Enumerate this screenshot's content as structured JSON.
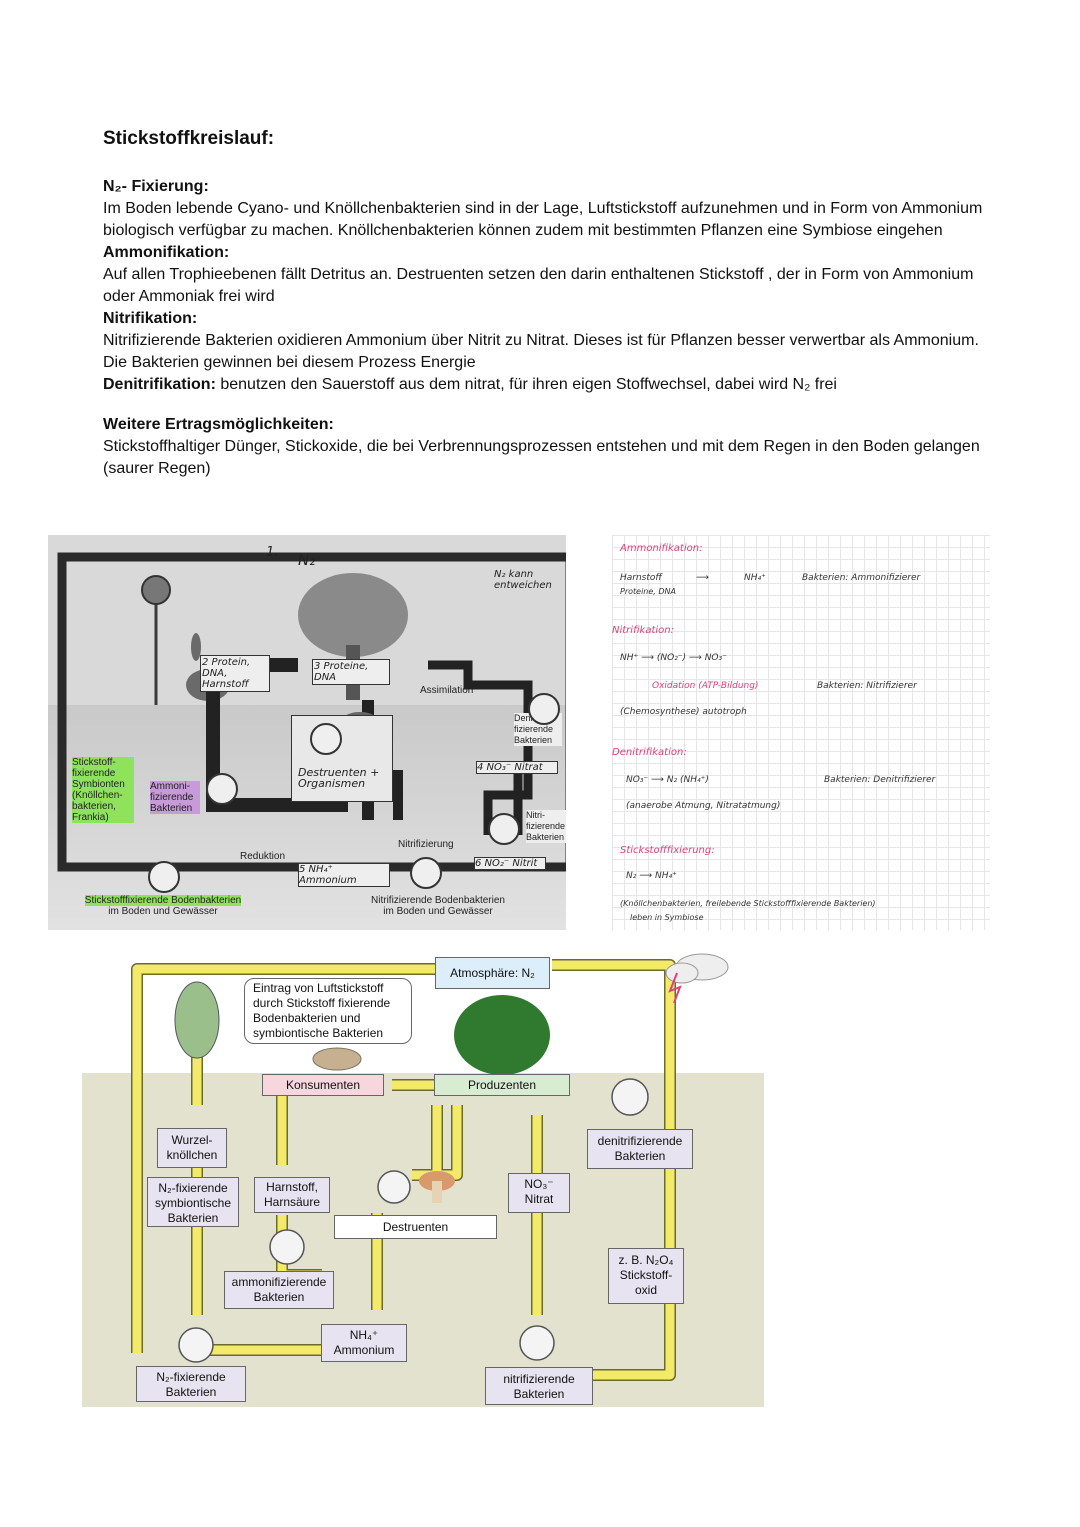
{
  "page": {
    "title": "Stickstoffkreislauf:",
    "sections": [
      {
        "heading": "N₂- Fixierung:",
        "text": "Im Boden lebende Cyano- und Knöllchenbakterien sind in der Lage, Luftstickstoff aufzunehmen und in Form von Ammonium biologisch verfügbar zu machen. Knöllchenbakterien können zudem mit bestimmten Pflanzen eine Symbiose eingehen"
      },
      {
        "heading": "Ammonifikation:",
        "text": "Auf allen Trophieebenen fällt Detritus an. Destruenten setzen den darin enthaltenen Stickstoff , der in Form von Ammonium oder Ammoniak frei wird"
      },
      {
        "heading": "Nitrifikation:",
        "text": "Nitrifizierende Bakterien oxidieren Ammonium über Nitrit zu Nitrat. Dieses ist für Pflanzen besser verwertbar als Ammonium. Die Bakterien gewinnen bei diesem Prozess Energie"
      },
      {
        "heading": "Denitrifikation:",
        "text": "benutzen den Sauerstoff aus dem nitrat, für ihren eigen Stoffwechsel, dabei wird N₂ frei"
      },
      {
        "heading": "Weitere Ertragsmöglichkeiten:",
        "text": "Stickstoffhaltiger Dünger, Stickoxide, die bei Verbrennungsprozessen entstehen und mit dem Regen in den Boden gelangen (saurer Regen)"
      }
    ]
  },
  "figure1": {
    "n2": "N₂",
    "n2_escape": "N₂ kann entweichen",
    "box2": "2 Protein, DNA, Harnstoff",
    "box3": "3 Proteine, DNA",
    "destruenten": "Destruenten + Organismen",
    "assimilation": "Assimilation",
    "denitri": "Denitri-fizierende Bakterien",
    "no3": "4 NO₃⁻ Nitrat",
    "nitri": "Nitri-fizierende Bakterien",
    "stickstoff_fix": "Stickstoff-fixierende Symbionten (Knöllchen-bakterien, Frankia)",
    "ammoni": "Ammoni-fizierende Bakterien",
    "reduktion": "Reduktion",
    "nitrifizierung": "Nitrifizierung",
    "nh4": "5 NH₄⁺ Ammonium",
    "no2": "6 NO₂⁻ Nitrit",
    "bottom_left_1": "Stickstofffixierende Bodenbakterien",
    "bottom_left_2": "im Boden und Gewässer",
    "bottom_mid_1": "Nitrifizierende Bodenbakterien",
    "bottom_mid_2": "im Boden und Gewässer",
    "num1": "1."
  },
  "notes": {
    "h1": "Ammonifikation:",
    "l1a": "Harnstoff",
    "l1b": "NH₄⁺",
    "l1c": "Bakterien: Ammonifizierer",
    "l1d": "Proteine, DNA",
    "h2": "Nitrifikation:",
    "l2a": "NH⁺ ⟶ (NO₂⁻) ⟶ NO₃⁻",
    "l2b": "Oxidation (ATP-Bildung)",
    "l2c": "Bakterien: Nitrifizierer",
    "l2d": "(Chemosynthese) autotroph",
    "h3": "Denitrifikation:",
    "l3a": "NO₃⁻ ⟶ N₂ (NH₄⁺)",
    "l3b": "Bakterien: Denitrifizierer",
    "l3c": "(anaerobe Atmung, Nitratatmung)",
    "h4": "Stickstofffixierung:",
    "l4a": "N₂ ⟶ NH₄⁺",
    "l4b": "(Knöllchenbakterien, freilebende Stickstofffixierende Bakterien)",
    "l4c": "leben in Symbiose"
  },
  "figure2": {
    "atmo": "Atmosphäre: N₂",
    "eintrag": "Eintrag von Luftstickstoff durch Stickstoff fixierende Bodenbakterien und symbiontische Bakterien",
    "konsumenten": "Konsumenten",
    "produzenten": "Produzenten",
    "wurzel": "Wurzel-knöllchen",
    "n2sym": "N₂-fixierende symbiontische Bakterien",
    "harnstoff": "Harnstoff, Harnsäure",
    "destruenten": "Destruenten",
    "no3": "NO₃⁻ Nitrat",
    "denitri": "denitrifizierende Bakterien",
    "ammoni": "ammonifizierende Bakterien",
    "nh4": "NH₄⁺ Ammonium",
    "n2fix": "N₂-fixierende Bakterien",
    "nitri": "nitrifizierende Bakterien",
    "stickoxid": "z. B. N₂O₄ Stickstoff-oxid"
  },
  "colors": {
    "arrow_yellow": "#f3ea6a",
    "ground": "#e3e2cf",
    "highlight_green": "#8fe35c",
    "highlight_purple": "#c79ad8",
    "note_pink": "#e0407a"
  }
}
